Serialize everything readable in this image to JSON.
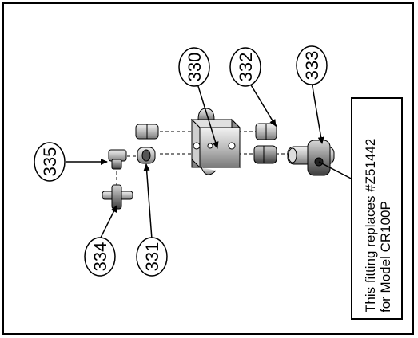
{
  "diagram": {
    "callouts": [
      {
        "id": "330",
        "label": "330"
      },
      {
        "id": "332",
        "label": "332"
      },
      {
        "id": "333",
        "label": "333"
      },
      {
        "id": "335",
        "label": "335"
      },
      {
        "id": "334",
        "label": "334"
      },
      {
        "id": "331",
        "label": "331"
      }
    ],
    "note": {
      "line1": "This fitting replaces #Z51442",
      "line2": "for Model CR100P"
    }
  }
}
